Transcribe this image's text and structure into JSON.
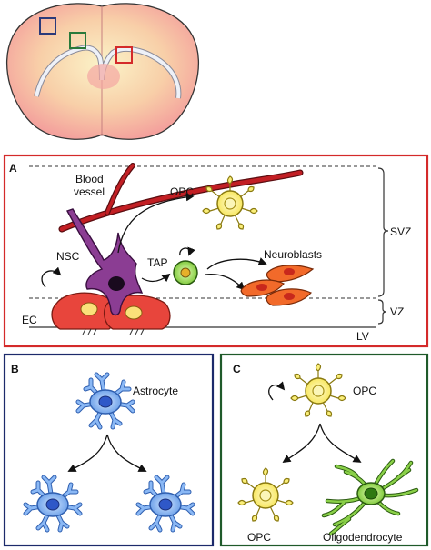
{
  "colors": {
    "panel_a_border": "#d42a2a",
    "panel_b_border": "#1c2a6b",
    "panel_c_border": "#1f5a2a",
    "brain_outer": "#f4a3a3",
    "brain_inner": "#fcebc0",
    "blood_vessel": "#b2181b",
    "nsc": "#8b3d93",
    "opc": "#fbef7a",
    "tap": "#7fc62a",
    "neuroblast": "#f26a2a",
    "endothelial": "#e83a3a",
    "astrocyte": "#6aa2e8",
    "oligodendrocyte": "#5fb233"
  },
  "brain": {
    "box_colors": [
      "#2b3a7a",
      "#2a7a3a",
      "#d42a2a"
    ]
  },
  "panel_a": {
    "letter": "A",
    "labels": {
      "blood_vessel_line1": "Blood",
      "blood_vessel_line2": "vessel",
      "opc": "OPC",
      "nsc": "NSC",
      "tap": "TAP",
      "neuroblasts": "Neuroblasts",
      "ec": "EC",
      "svz": "SVZ",
      "vz": "VZ",
      "lv": "LV"
    }
  },
  "panel_b": {
    "letter": "B",
    "labels": {
      "astrocyte": "Astrocyte"
    }
  },
  "panel_c": {
    "letter": "C",
    "labels": {
      "opc_top": "OPC",
      "opc_bottom": "OPC",
      "oligodendrocyte": "Oligodendrocyte"
    }
  }
}
